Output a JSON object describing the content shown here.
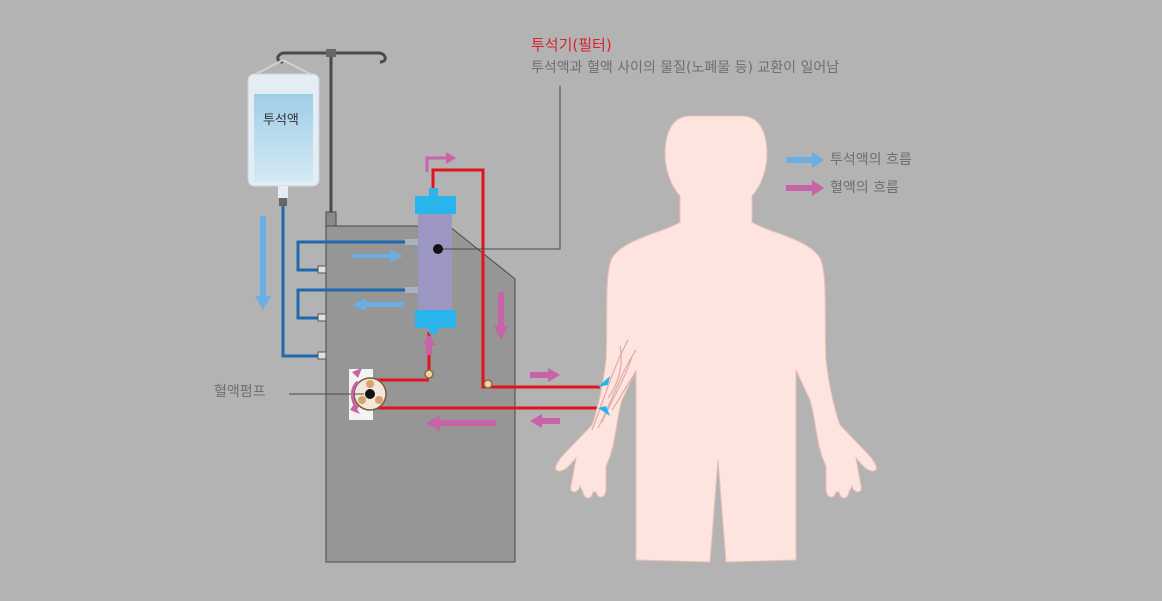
{
  "labels": {
    "filter_title": "투석기(필터)",
    "filter_desc": "투석액과 혈액 사이의 물질(노폐물 등) 교환이 일어남",
    "bag": "투석액",
    "pump": "혈액펌프"
  },
  "legend": [
    {
      "label": "투석액의 흐름",
      "color": "#6aaee3"
    },
    {
      "label": "혈액의 흐름",
      "color": "#c863a8"
    }
  ],
  "colors": {
    "background": "#b3b3b3",
    "machine": "#969696",
    "tube_dialysate": "#2068b0",
    "tube_blood": "#e0141e",
    "filter_body": "#9c97c2",
    "filter_cap": "#29b5ec",
    "body": "#fde4df",
    "title_red": "#d7222a",
    "text_gray": "#6f6f6f"
  }
}
